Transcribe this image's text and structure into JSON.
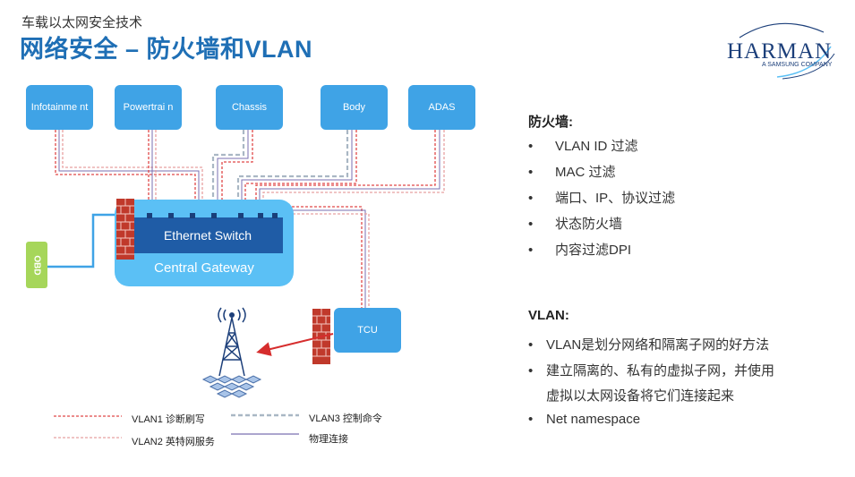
{
  "header": {
    "subtitle": "车载以太网安全技术",
    "title": "网络安全 – 防火墙和VLAN"
  },
  "logo": {
    "brand": "HARMAN",
    "tagline": "A SAMSUNG COMPANY"
  },
  "diagram": {
    "ecus": [
      {
        "label": "Infotainme nt"
      },
      {
        "label": "Powertrai n"
      },
      {
        "label": "Chassis"
      },
      {
        "label": "Body"
      },
      {
        "label": "ADAS"
      }
    ],
    "switch_label": "Ethernet Switch",
    "gateway_label": "Central Gateway",
    "obd_label": "OBD",
    "tcu_label": "TCU",
    "legend": [
      {
        "label": "VLAN1 诊断刷写",
        "color": "#e04848"
      },
      {
        "label": "VLAN2 英特网服务",
        "color": "#e8a0a0"
      },
      {
        "label": "VLAN3 控制命令",
        "color": "#a9b7c4"
      },
      {
        "label": "物理连接",
        "color": "#7a6fb0"
      }
    ],
    "colors": {
      "ecu": "#3fa3e6",
      "gateway": "#5bc0f5",
      "switch": "#1f5ca6",
      "obd": "#a6d65a",
      "firewall": "#c0392b",
      "arrow": "#d62d2d"
    }
  },
  "firewall": {
    "title": "防火墙:",
    "items": [
      "VLAN ID 过滤",
      "MAC 过滤",
      "端口、IP、协议过滤",
      "状态防火墙",
      "内容过滤DPI"
    ]
  },
  "vlan": {
    "title": "VLAN:",
    "items": [
      "VLAN是划分网络和隔离子网的好方法",
      "建立隔离的、私有的虚拟子网，并使用",
      "虚拟以太网设备将它们连接起来",
      "Net namespace"
    ]
  }
}
